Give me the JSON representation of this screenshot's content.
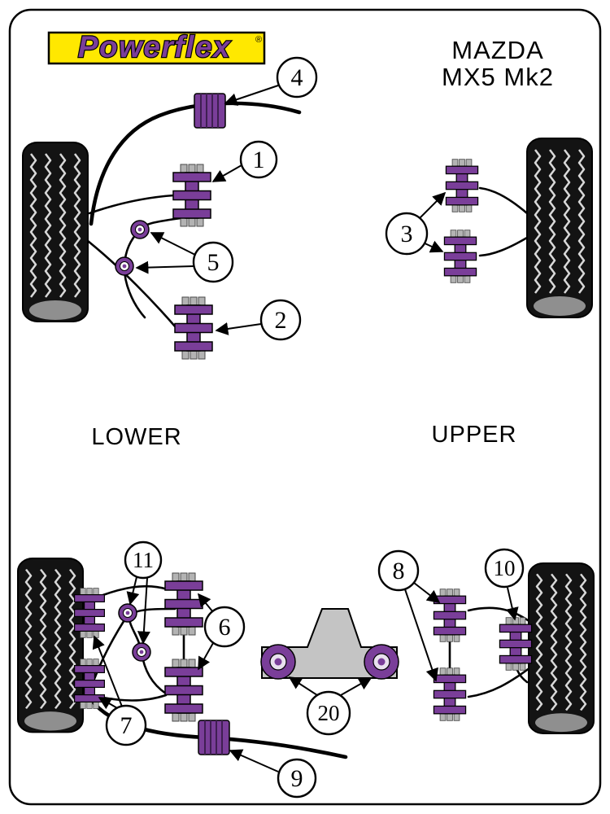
{
  "header": {
    "make": "MAZDA",
    "model": "MX5 Mk2"
  },
  "logo": {
    "text": "Powerflex",
    "registered": "®"
  },
  "sections": {
    "lower": "LOWER",
    "upper": "UPPER"
  },
  "callouts": {
    "c1": "1",
    "c2": "2",
    "c3": "3",
    "c4": "4",
    "c5": "5",
    "c6": "6",
    "c7": "7",
    "c8": "8",
    "c9": "9",
    "c10": "10",
    "c11": "11",
    "c20": "20"
  },
  "colors": {
    "purple": "#7a3e99",
    "yellow": "#ffe800",
    "gray": "#b3b3b3",
    "ink": "#000000",
    "paper": "#ffffff"
  }
}
